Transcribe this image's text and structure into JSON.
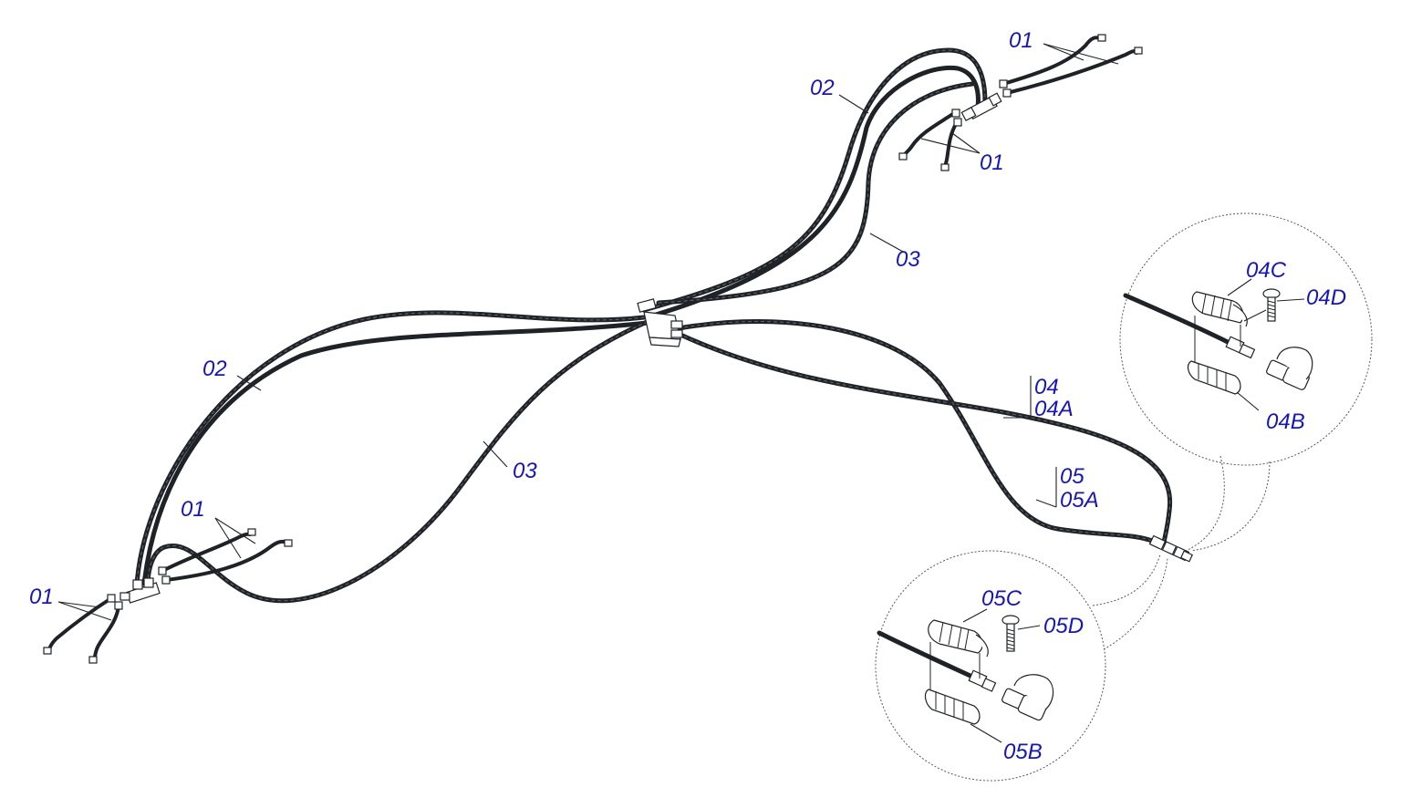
{
  "callouts": {
    "c01_top_a": "01",
    "c01_top_b": "01",
    "c02_top": "02",
    "c03_mid": "03",
    "c02_left": "02",
    "c03_low": "03",
    "c01_left_a": "01",
    "c01_left_b": "01",
    "c04": "04",
    "c04a": "04A",
    "c05": "05",
    "c05a": "05A",
    "c04b": "04B",
    "c04c": "04C",
    "c04d": "04D",
    "c05b": "05B",
    "c05c": "05C",
    "c05d": "05D"
  },
  "colors": {
    "callout_text": "#1414c8",
    "hose": "#1f2226",
    "detail_outline": "#555a60"
  }
}
